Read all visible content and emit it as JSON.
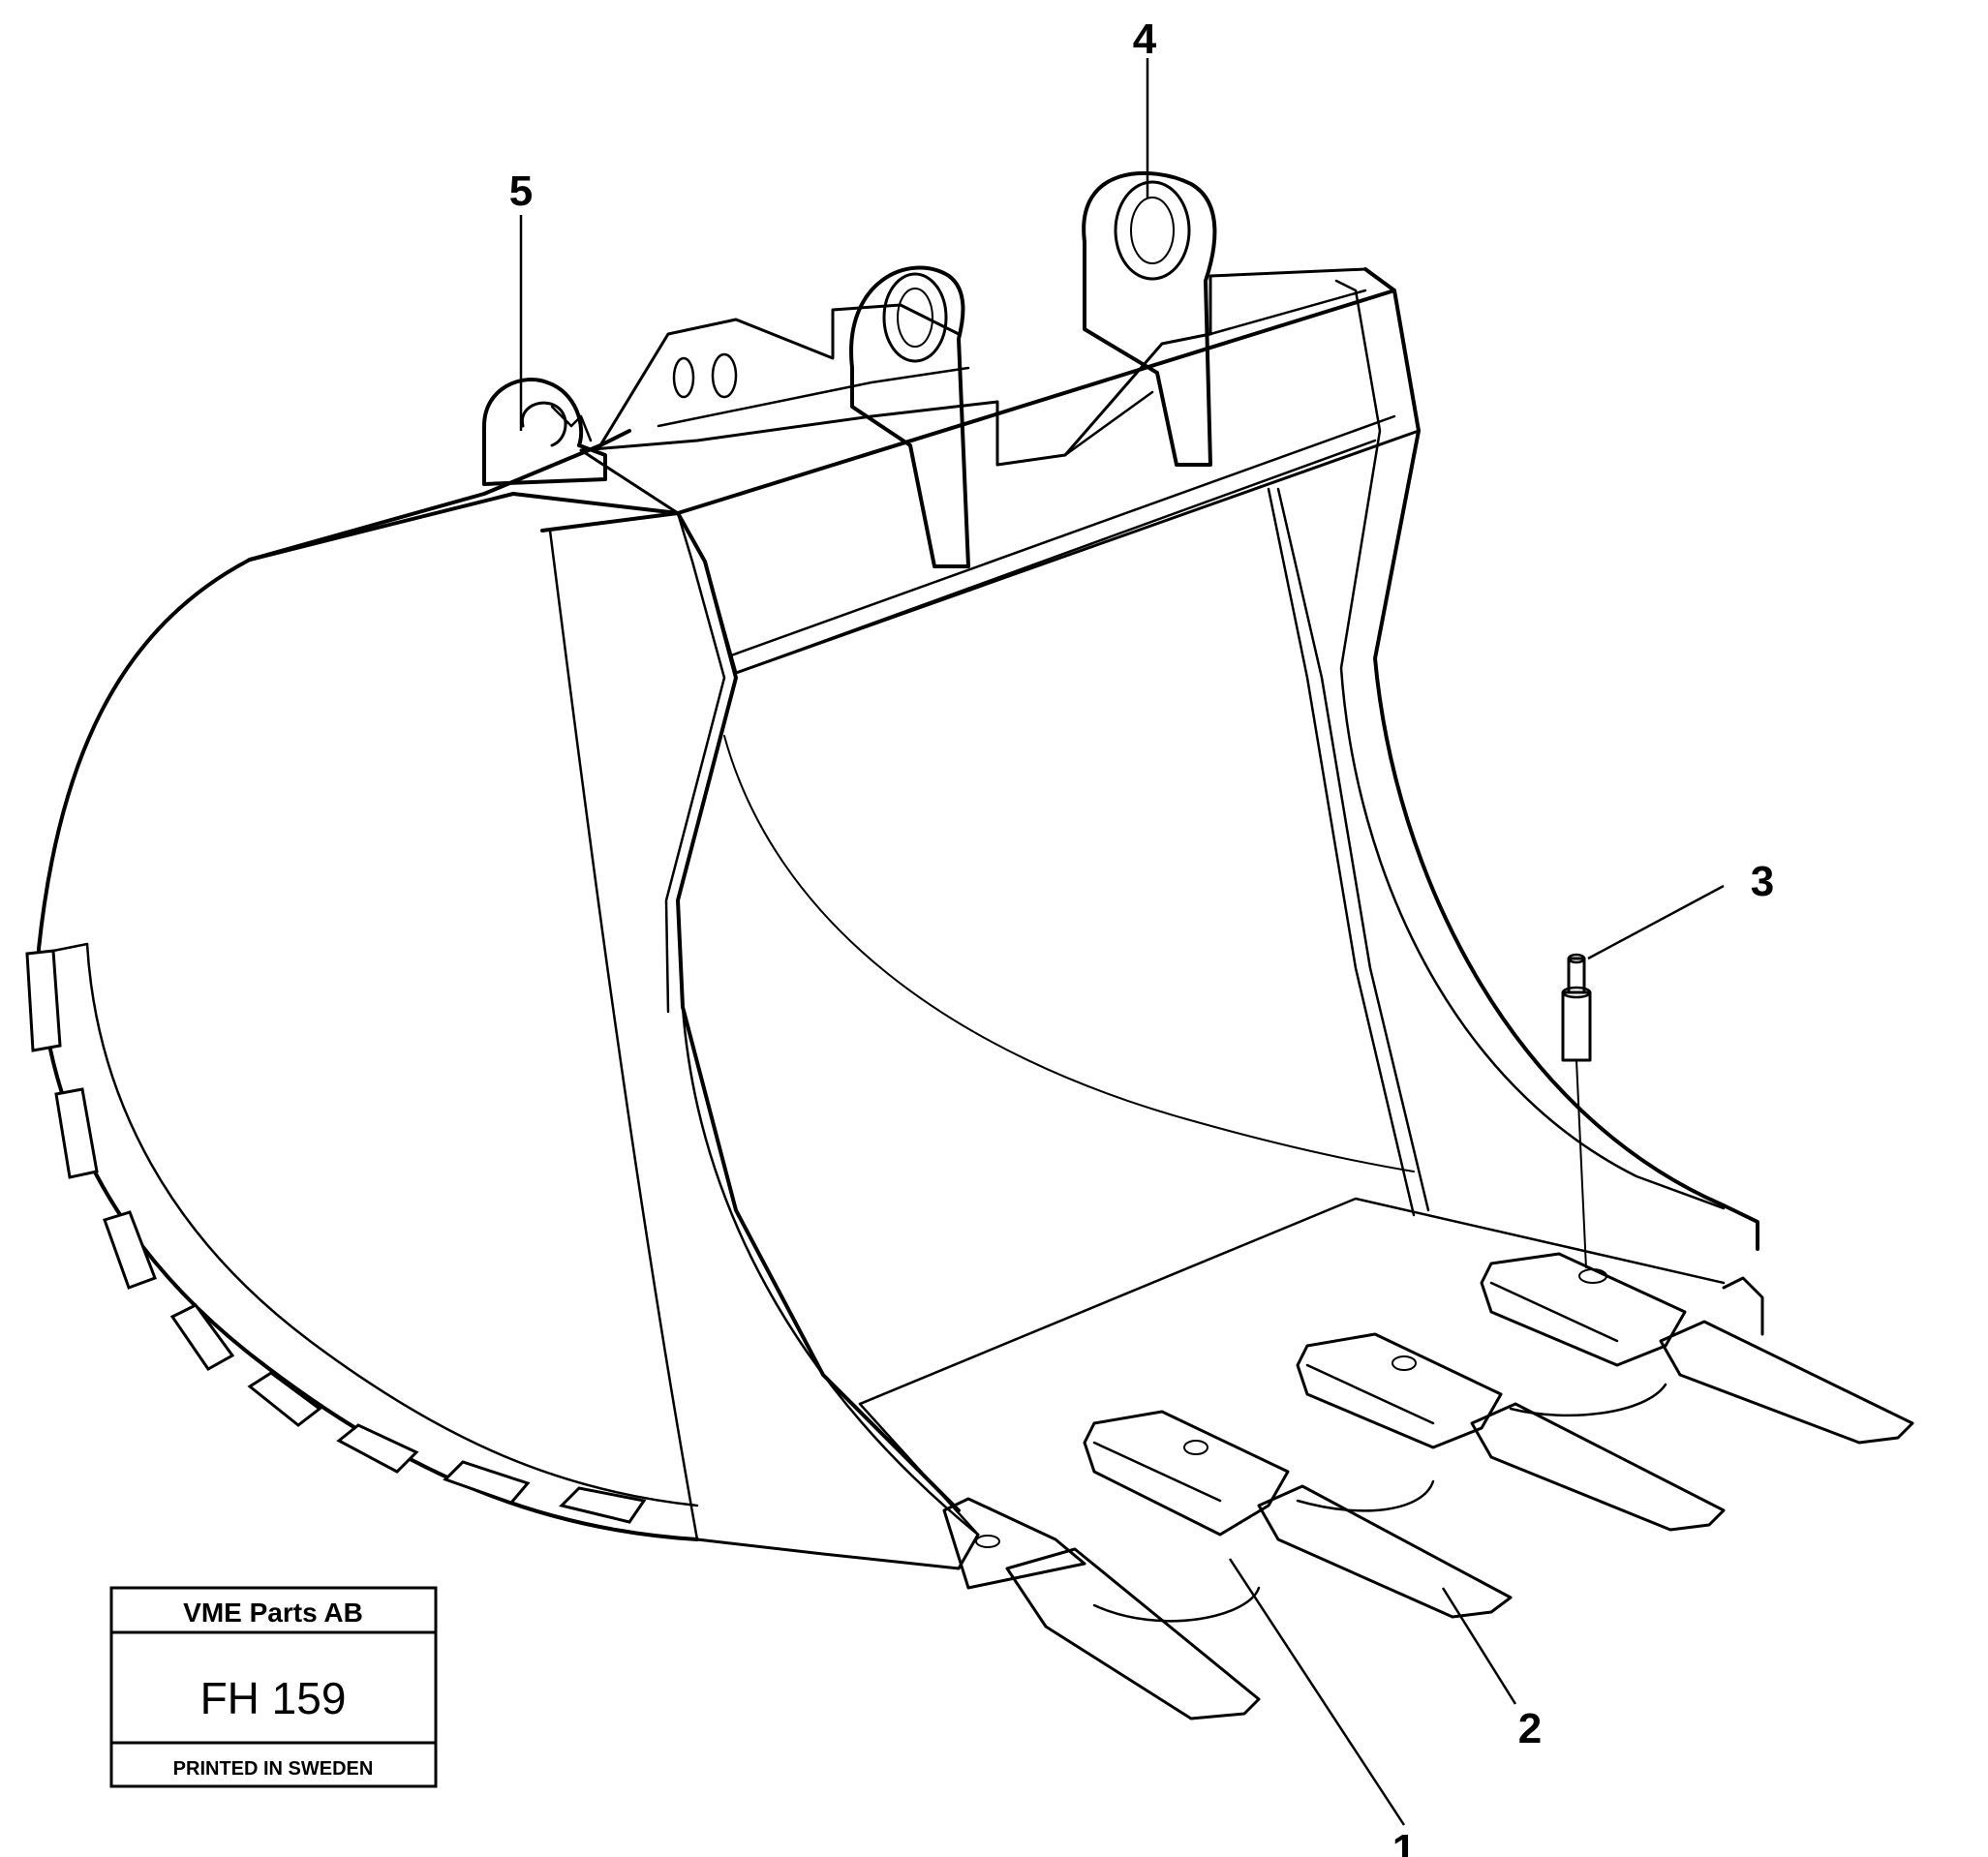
{
  "callouts": {
    "c1": "1",
    "c2": "2",
    "c3": "3",
    "c4": "4",
    "c5": "5"
  },
  "stamp": {
    "company": "VME Parts AB",
    "code": "FH 159",
    "printed": "PRINTED IN SWEDEN"
  }
}
